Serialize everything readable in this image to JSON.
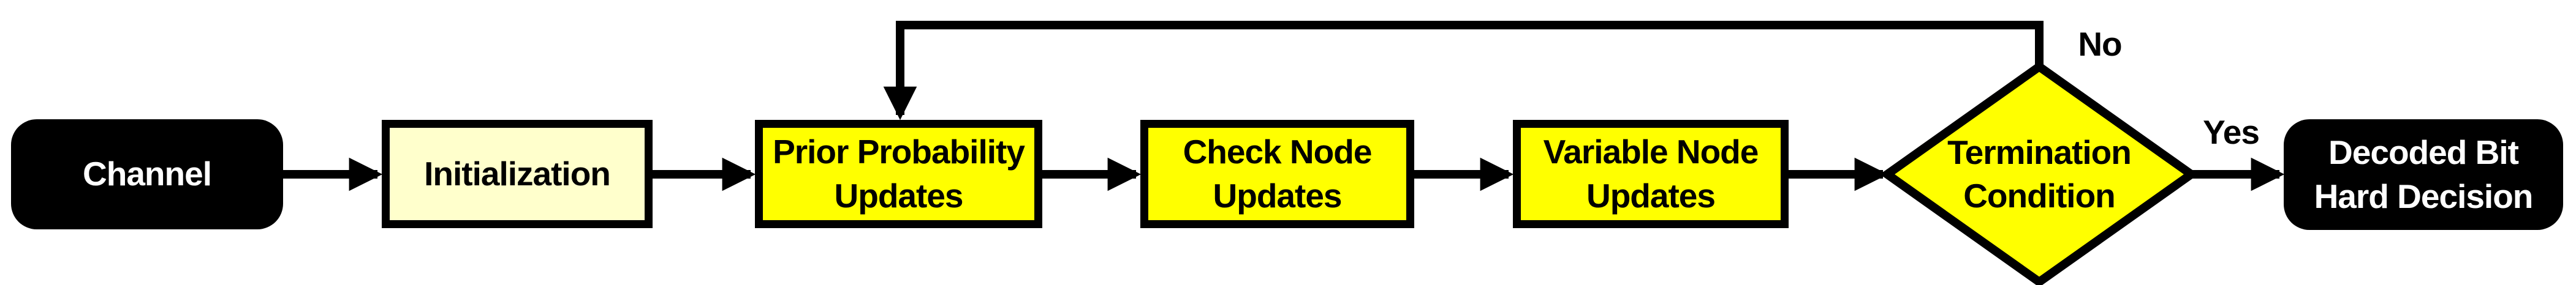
{
  "nodes": {
    "channel": {
      "label": "Channel"
    },
    "initialization": {
      "label": "Initialization"
    },
    "prior_probability_updates": {
      "label": "Prior Probability\nUpdates"
    },
    "check_node_updates": {
      "label": "Check Node\nUpdates"
    },
    "variable_node_updates": {
      "label": "Variable Node\nUpdates"
    },
    "termination_condition": {
      "label": "Termination\nCondition"
    },
    "decoded_bit_hard_decision": {
      "label": "Decoded Bit\nHard Decision"
    }
  },
  "edge_labels": {
    "yes": "Yes",
    "no": "No"
  },
  "colors": {
    "process_fill": "#FFFF00",
    "start_fill": "#FFFFCC",
    "terminal_fill": "#000000",
    "terminal_text": "#FFFFFF",
    "line": "#000000"
  }
}
